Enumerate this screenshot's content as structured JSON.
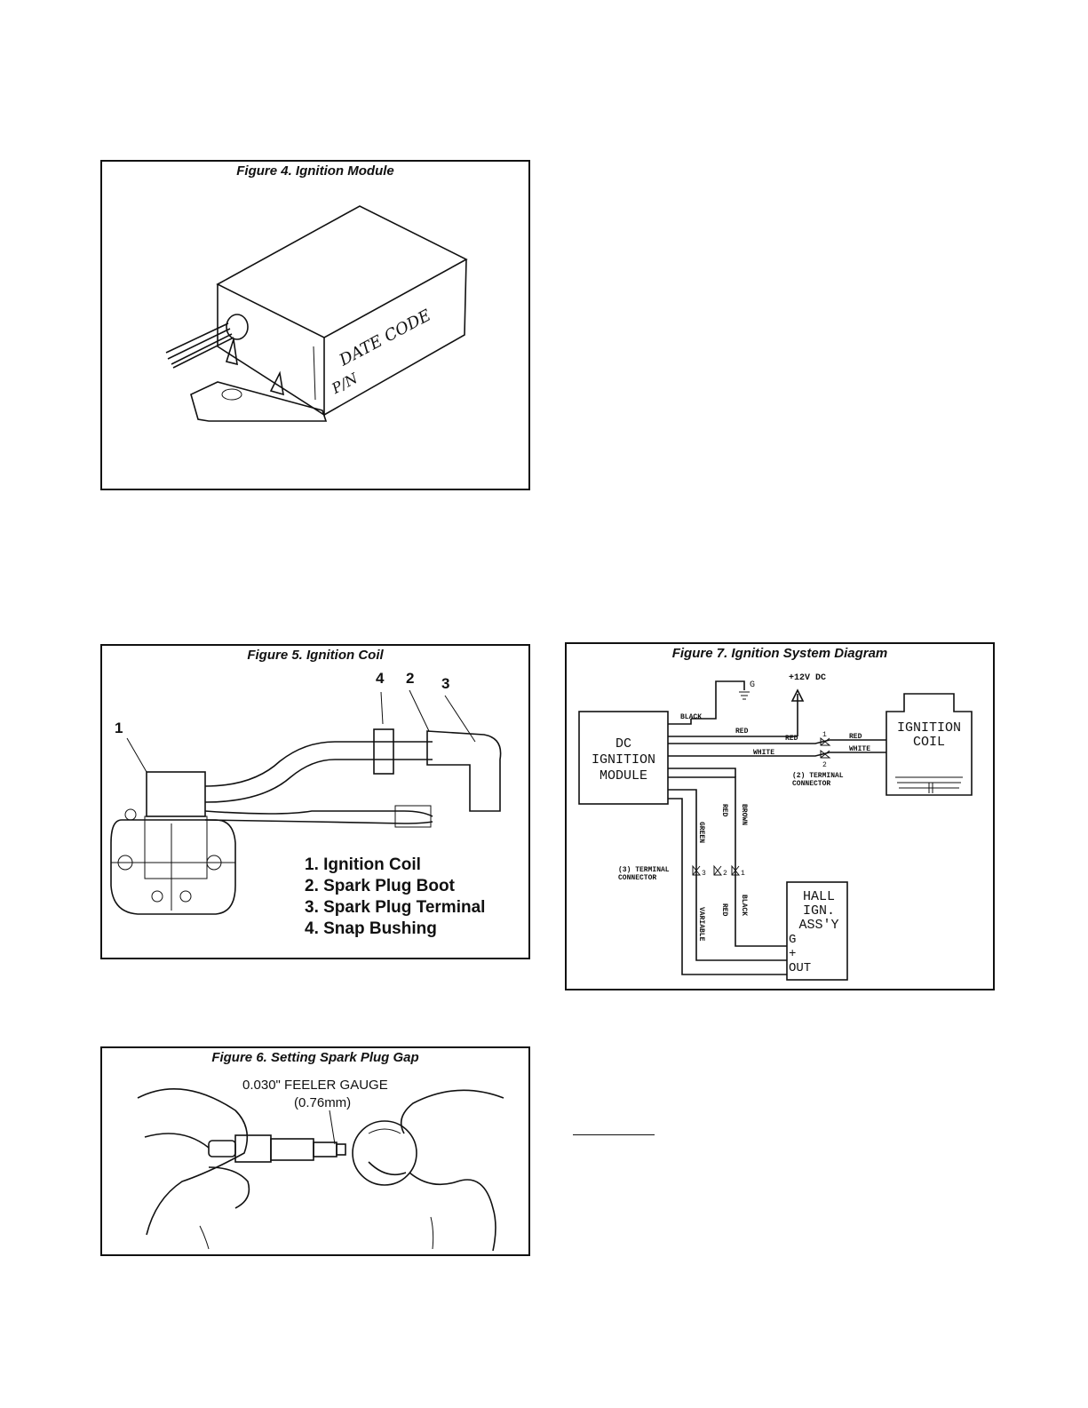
{
  "figure4": {
    "title": "Figure 4. Ignition Module",
    "handwriting_line1": "DATE CODE",
    "handwriting_line2": "P/N"
  },
  "figure5": {
    "title": "Figure 5. Ignition Coil",
    "callouts": [
      "1",
      "2",
      "3",
      "4"
    ],
    "legend": [
      "1. Ignition Coil",
      "2. Spark Plug Boot",
      "3. Spark Plug Terminal",
      "4. Snap Bushing"
    ]
  },
  "figure6": {
    "title": "Figure 6. Setting Spark Plug Gap",
    "gauge_label": "0.030\" FEELER GAUGE",
    "gauge_metric": "(0.76mm)"
  },
  "figure7": {
    "title": "Figure 7. Ignition System Diagram",
    "supply": "+12V DC",
    "ground": "G",
    "module": [
      "DC",
      "IGNITION",
      "MODULE"
    ],
    "coil": [
      "IGNITION",
      "COIL"
    ],
    "hall": [
      "HALL",
      "IGN.",
      "ASS'Y"
    ],
    "hall_pins": [
      "G",
      "+",
      "OUT"
    ],
    "wires": {
      "black": "BLACK",
      "red": "RED",
      "white": "WHITE",
      "green": "GREEN",
      "brown": "BROWN",
      "variable": "VARIABLE"
    },
    "connector2": [
      "(2) TERMINAL",
      "CONNECTOR"
    ],
    "connector3": [
      "(3) TERMINAL",
      "CONNECTOR"
    ],
    "pins": [
      "1",
      "2",
      "3"
    ]
  }
}
